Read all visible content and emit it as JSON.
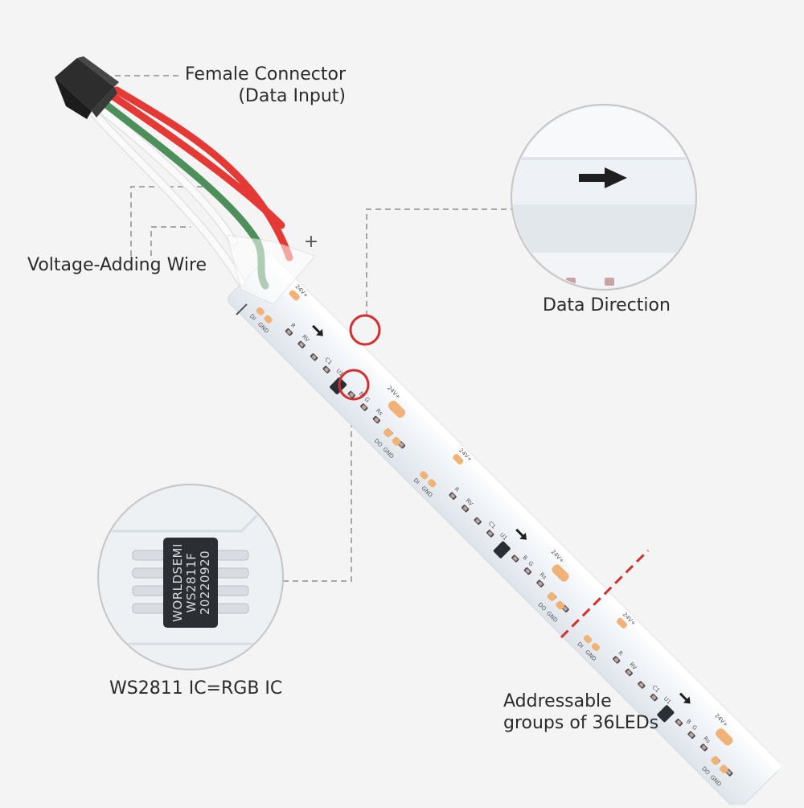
{
  "labels": {
    "connector_line1": "Female Connector",
    "connector_line2": "(Data Input)",
    "voltage_wire": "Voltage-Adding Wire",
    "data_direction": "Data Direction",
    "ic": "WS2811 IC=RGB IC",
    "groups_line1": "Addressable",
    "groups_line2": "groups of 36LEDs"
  },
  "polarity": {
    "positive": "+",
    "negative": "—"
  },
  "strip_markings": {
    "v_plus": "24V+",
    "di": "DI",
    "do": "DO",
    "gnd": "GND",
    "r": "R",
    "b": "B",
    "g": "G",
    "c1": "C1",
    "u1": "U1",
    "rv": "RV",
    "rs": "Rs"
  },
  "chip_marking": {
    "line1": "WORLDSEMI",
    "line2": "WS2811F",
    "line3": "20220920"
  },
  "colors": {
    "background": "#f4f4f4",
    "strip": "#f2f5f8",
    "solder_pad": "#f0b277",
    "wire_red": "#e53935",
    "wire_green": "#4d8f5a",
    "wire_white": "#f7f7f7",
    "callout_red": "#d32f2f",
    "leader_line": "#9e9e9e",
    "connector": "#2d2d2d"
  },
  "icons": [
    "arrow-right-icon",
    "arrow-down-right-icon",
    "cut-line-icon"
  ]
}
